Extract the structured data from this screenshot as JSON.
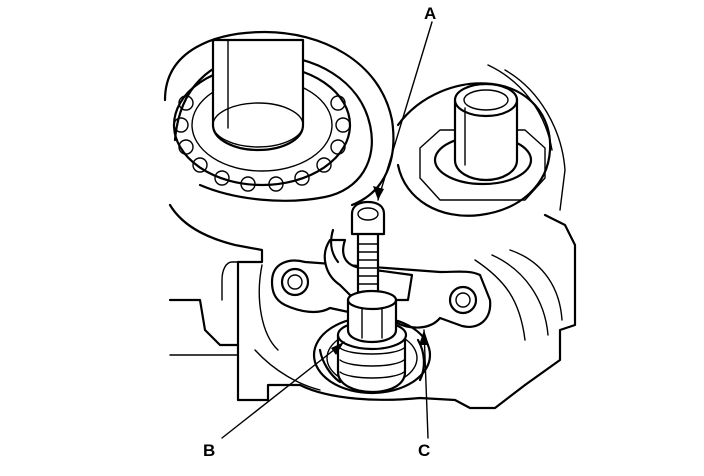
{
  "callouts": {
    "a": "A",
    "b": "B",
    "c": "C"
  },
  "colors": {
    "ink": "#000000",
    "paper": "#ffffff"
  }
}
